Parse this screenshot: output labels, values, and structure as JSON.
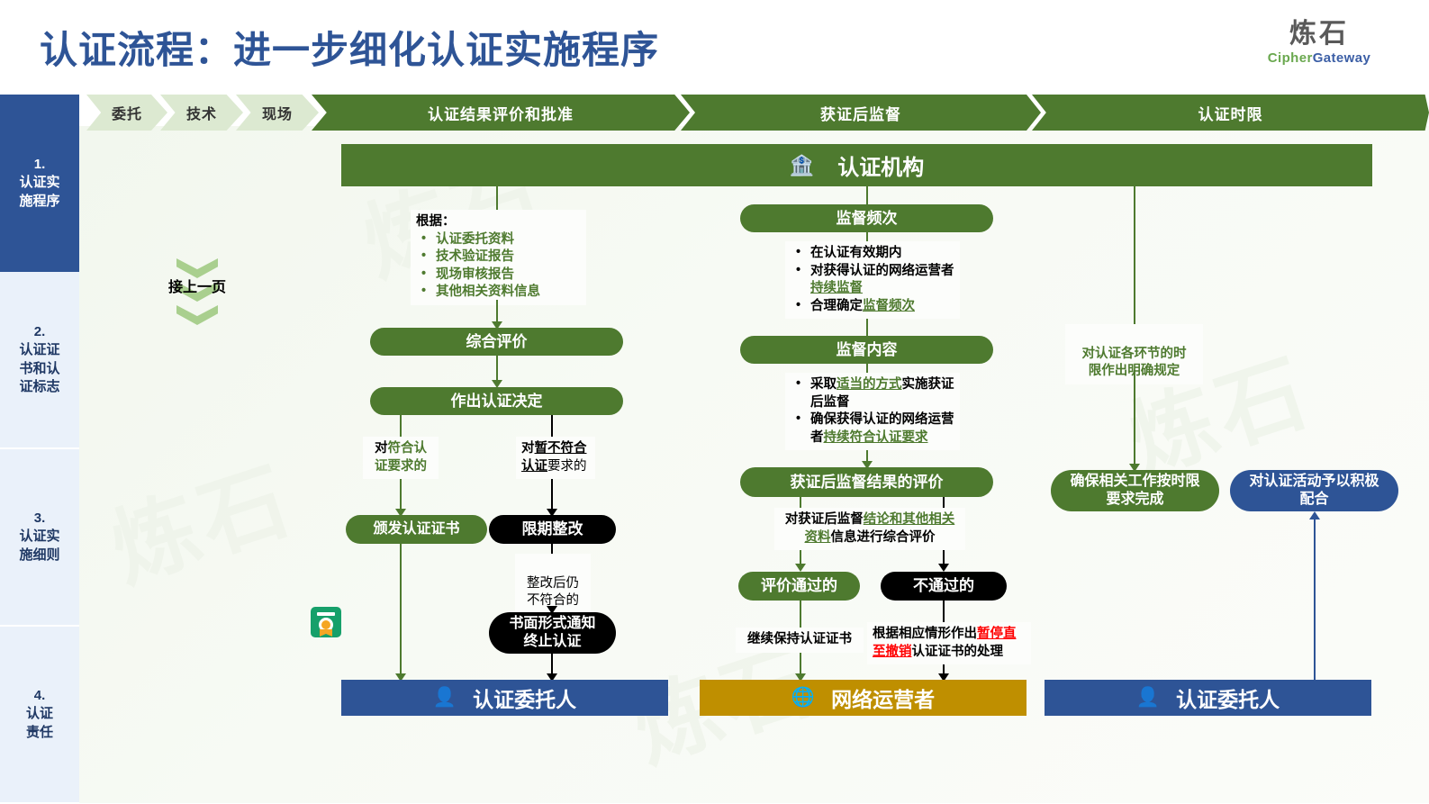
{
  "title": "认证流程：进一步细化认证实施程序",
  "logo": {
    "cn": "炼石",
    "en_left": "Cipher",
    "en_right": "Gateway"
  },
  "colors": {
    "green": "#4E7A2F",
    "blue": "#2E5496",
    "gold": "#BF8F00",
    "black": "#000000",
    "red": "#FF0000",
    "light_green": "#A9CF8E"
  },
  "stages": [
    {
      "label": "委托",
      "style": "small"
    },
    {
      "label": "技术",
      "style": "small"
    },
    {
      "label": "现场",
      "style": "small"
    },
    {
      "label": "认证结果评价和批准",
      "style": "main"
    },
    {
      "label": "获证后监督",
      "style": "main"
    },
    {
      "label": "认证时限",
      "style": "main"
    }
  ],
  "sidebar": {
    "items": [
      {
        "label": "1.\n认证实\n施程序",
        "active": true
      },
      {
        "label": "2.\n认证证\n书和认\n证标志",
        "active": false
      },
      {
        "label": "3.\n认证实\n施细则",
        "active": false
      },
      {
        "label": "4.\n认证\n责任",
        "active": false
      }
    ]
  },
  "continued_note": "接上一页",
  "agency_bar": {
    "icon": "bank-icon",
    "label": "认证机构"
  },
  "left_column": {
    "basis_note": {
      "heading": "根据：",
      "items": [
        "认证委托资料",
        "技术验证报告",
        "现场审核报告",
        "其他相关资料信息"
      ]
    },
    "comprehensive_eval": "综合评价",
    "decision": "作出认证决定",
    "branch_pass_label": {
      "pre": "对",
      "hl": "符合认",
      "post": "证要求的"
    },
    "branch_fail_label": {
      "pre": "对",
      "hl": "暂不符合认证",
      "post": "要求的"
    },
    "issue_cert": "颁发认证证书",
    "rectify": "限期整改",
    "still_fail_label": "整改后仍\n不符合的",
    "terminate": "书面形式通知\n终止认证",
    "footer": {
      "icon": "person-icon",
      "label": "认证委托人"
    }
  },
  "middle_column": {
    "freq_title": "监督频次",
    "freq_items": [
      {
        "parts": [
          {
            "t": "在认证有效期内",
            "hl": false
          }
        ]
      },
      {
        "parts": [
          {
            "t": "对获得认证的网络运营者",
            "hl": false
          },
          {
            "t": "持续监督",
            "hl": true
          }
        ]
      },
      {
        "parts": [
          {
            "t": "合理确定",
            "hl": false
          },
          {
            "t": "监督频次",
            "hl": true
          }
        ]
      }
    ],
    "content_title": "监督内容",
    "content_items": [
      {
        "parts": [
          {
            "t": "采取",
            "hl": false
          },
          {
            "t": "适当的方式",
            "hl": true
          },
          {
            "t": "实施获证后监督",
            "hl": false
          }
        ]
      },
      {
        "parts": [
          {
            "t": "确保获得认证的网络运营者",
            "hl": false
          },
          {
            "t": "持续符合认证要求",
            "hl": true
          }
        ]
      }
    ],
    "result_eval_title": "获证后监督结果的评价",
    "result_eval_note": {
      "p1": "对获证后监督",
      "hl": "结论和其他相关资料",
      "p2": "信息进行综合评价"
    },
    "pass": "评价通过的",
    "fail": "不通过的",
    "pass_note": "继续保持认证证书",
    "fail_note": {
      "p1": "根据相应情形作出",
      "hl": "暂停直至撤销",
      "p2": "认证证书的处理"
    },
    "footer": {
      "icon": "globe-icon",
      "label": "网络运营者"
    }
  },
  "right_column": {
    "time_note": "对认证各环节的时\n限作出明确规定",
    "ensure_pill": "确保相关工作按时限\n要求完成",
    "cooperate_pill": "对认证活动予以积极\n配合",
    "footer": {
      "icon": "person-icon",
      "label": "认证委托人"
    }
  },
  "watermarks": [
    "炼石",
    "炼石",
    "炼石",
    "炼石"
  ]
}
